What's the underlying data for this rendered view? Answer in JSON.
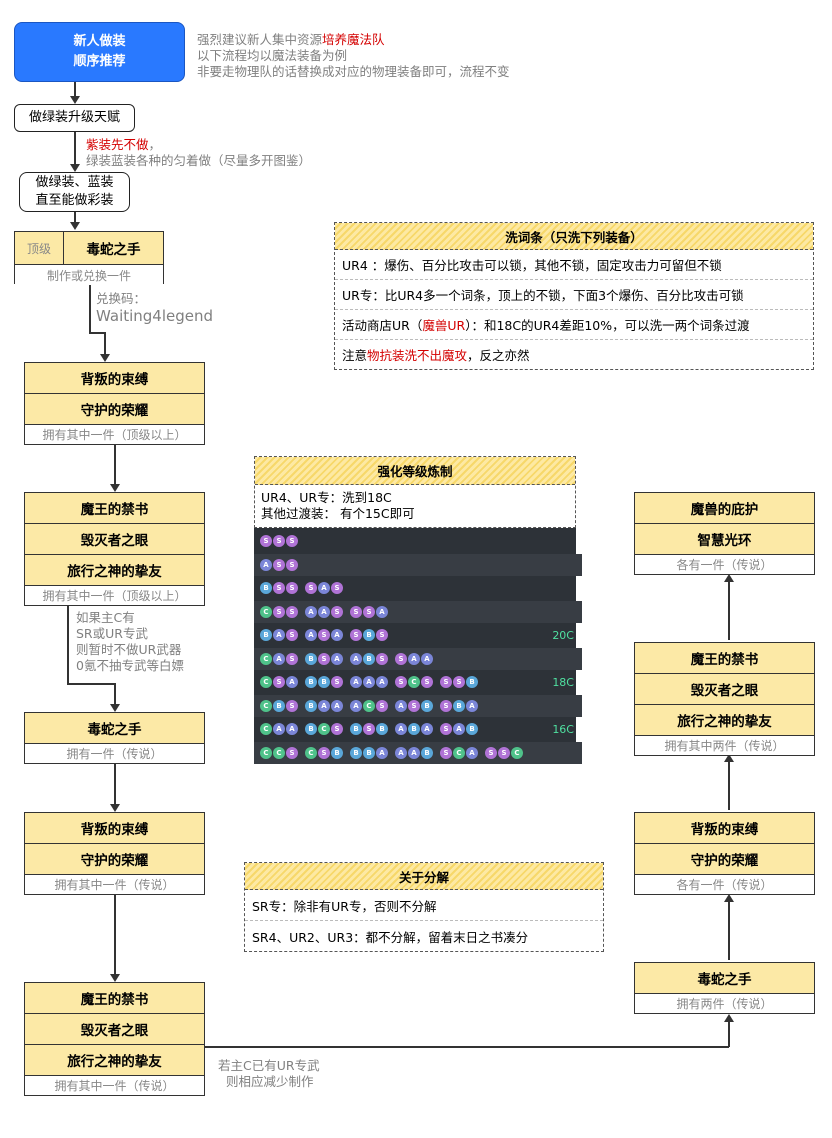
{
  "start": {
    "line1": "新人做装",
    "line2": "顺序推荐"
  },
  "intro": {
    "line1_prefix": "强烈建议新人集中资源",
    "line1_highlight": "培养魔法队",
    "line2": "以下流程均以魔法装备为例",
    "line3": "非要走物理队的话替换成对应的物理装备即可，流程不变"
  },
  "step1": {
    "label": "做绿装升级天赋"
  },
  "step1_note": {
    "highlight": "紫装先不做",
    "suffix": "，",
    "line2": "绿装蓝装各种的匀着做（尽量多开图鉴）"
  },
  "step2": {
    "line1": "做绿装、蓝装",
    "line2": "直至能做彩装"
  },
  "top_item": {
    "tag": "顶级",
    "name": "毒蛇之手",
    "footer": "制作或兑换一件"
  },
  "redeem": {
    "label": "兑换码：",
    "code": "Waiting4legend"
  },
  "left_card1": {
    "rows": [
      "背叛的束缚",
      "守护的荣耀"
    ],
    "footer": "拥有其中一件（顶级以上）"
  },
  "left_card2": {
    "rows": [
      "魔王的禁书",
      "毁灭者之眼",
      "旅行之神的挚友"
    ],
    "footer": "拥有其中一件（顶级以上）"
  },
  "left_note2": {
    "lines": [
      "如果主C有",
      "SR或UR专武",
      "则暂时不做UR武器",
      "0氪不抽专武等白嫖"
    ]
  },
  "left_card3": {
    "rows": [
      "毒蛇之手"
    ],
    "footer": "拥有一件（传说）"
  },
  "left_card4": {
    "rows": [
      "背叛的束缚",
      "守护的荣耀"
    ],
    "footer": "拥有其中一件（传说）"
  },
  "left_card5": {
    "rows": [
      "魔王的禁书",
      "毁灭者之眼",
      "旅行之神的挚友"
    ],
    "footer": "拥有其中一件（传说）"
  },
  "bottom_note": {
    "line1": "若主C已有UR专武",
    "line2": "则相应减少制作"
  },
  "right_card1": {
    "rows": [
      "毒蛇之手"
    ],
    "footer": "拥有两件（传说）"
  },
  "right_card2": {
    "rows": [
      "背叛的束缚",
      "守护的荣耀"
    ],
    "footer": "各有一件（传说）"
  },
  "right_card3": {
    "rows": [
      "魔王的禁书",
      "毁灭者之眼",
      "旅行之神的挚友"
    ],
    "footer": "拥有其中两件（传说）"
  },
  "right_card4": {
    "rows": [
      "魔兽的庇护",
      "智慧光环"
    ],
    "footer": "各有一件（传说）"
  },
  "wash": {
    "title": "洗词条（只洗下列装备）",
    "row1": "UR4 ：爆伤、百分比攻击可以锁，其他不锁，固定攻击力可留但不锁",
    "row2": "UR专：比UR4多一个词条，顶上的不锁，下面3个爆伤、百分比攻击可锁",
    "row3_prefix": "活动商店UR（",
    "row3_red": "魔兽UR",
    "row3_suffix": "）：和18C的UR4差距10%，可以洗一两个词条过渡",
    "row4_prefix": "注意",
    "row4_red": "物抗装洗不出魔攻",
    "row4_suffix": "，反之亦然"
  },
  "enhance": {
    "title": "强化等级炼制",
    "line1": "UR4、UR专：洗到18C",
    "line2": "其他过渡装： 有个15C即可",
    "rows": [
      {
        "groups": [
          "SSS"
        ],
        "label": ""
      },
      {
        "groups": [
          "ASS"
        ],
        "label": ""
      },
      {
        "groups": [
          "BSS",
          "SAS"
        ],
        "label": ""
      },
      {
        "groups": [
          "CSS",
          "AAS",
          "SSA"
        ],
        "label": ""
      },
      {
        "groups": [
          "BAS",
          "ASA",
          "SBS"
        ],
        "label": "20C"
      },
      {
        "groups": [
          "CAS",
          "BSA",
          "ABS",
          "SAA"
        ],
        "label": ""
      },
      {
        "groups": [
          "CSA",
          "BBS",
          "AAA",
          "SCS",
          "SSB"
        ],
        "label": "18C"
      },
      {
        "groups": [
          "CBS",
          "BAA",
          "ACS",
          "ASB",
          "SBA"
        ],
        "label": ""
      },
      {
        "groups": [
          "CAA",
          "BCS",
          "BSB",
          "ABA",
          "SAB"
        ],
        "label": "16C"
      },
      {
        "groups": [
          "CCS",
          "CSB",
          "BBA",
          "AAB",
          "SCA",
          "SSC"
        ],
        "label": ""
      }
    ]
  },
  "decompose": {
    "title": "关于分解",
    "row1": "SR专：除非有UR专，否则不分解",
    "row2": "SR4、UR2、UR3：都不分解，留着末日之书凑分"
  },
  "colors": {
    "start_blue": "#2979ff",
    "card_yellow": "#fce9a6",
    "highlight_red": "#d40000",
    "note_gray": "#808080"
  }
}
